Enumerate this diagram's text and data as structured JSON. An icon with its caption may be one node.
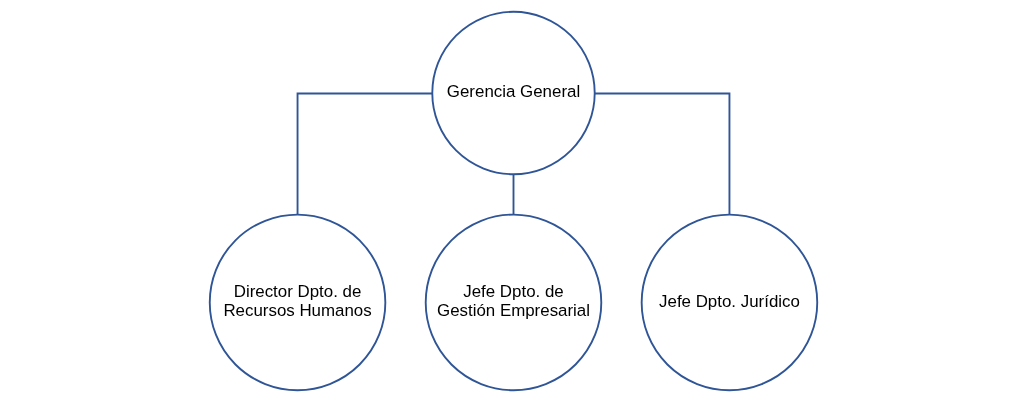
{
  "diagram": {
    "nodes": [
      {
        "text": [
          "Gerencia General"
        ]
      },
      {
        "text": [
          "Director Dpto. de Recursos Humanos"
        ]
      },
      {
        "text": [
          "Jefe Dpto. de Gestión Empresarial"
        ]
      },
      {
        "text": [
          "Jefe Dpto. Jurídico"
        ]
      }
    ],
    "edges": [
      {
        "from": 0,
        "to": 1,
        "arrow": "none"
      },
      {
        "from": 0,
        "to": 2,
        "arrow": "none"
      },
      {
        "from": 0,
        "to": 3,
        "arrow": "none"
      }
    ]
  }
}
